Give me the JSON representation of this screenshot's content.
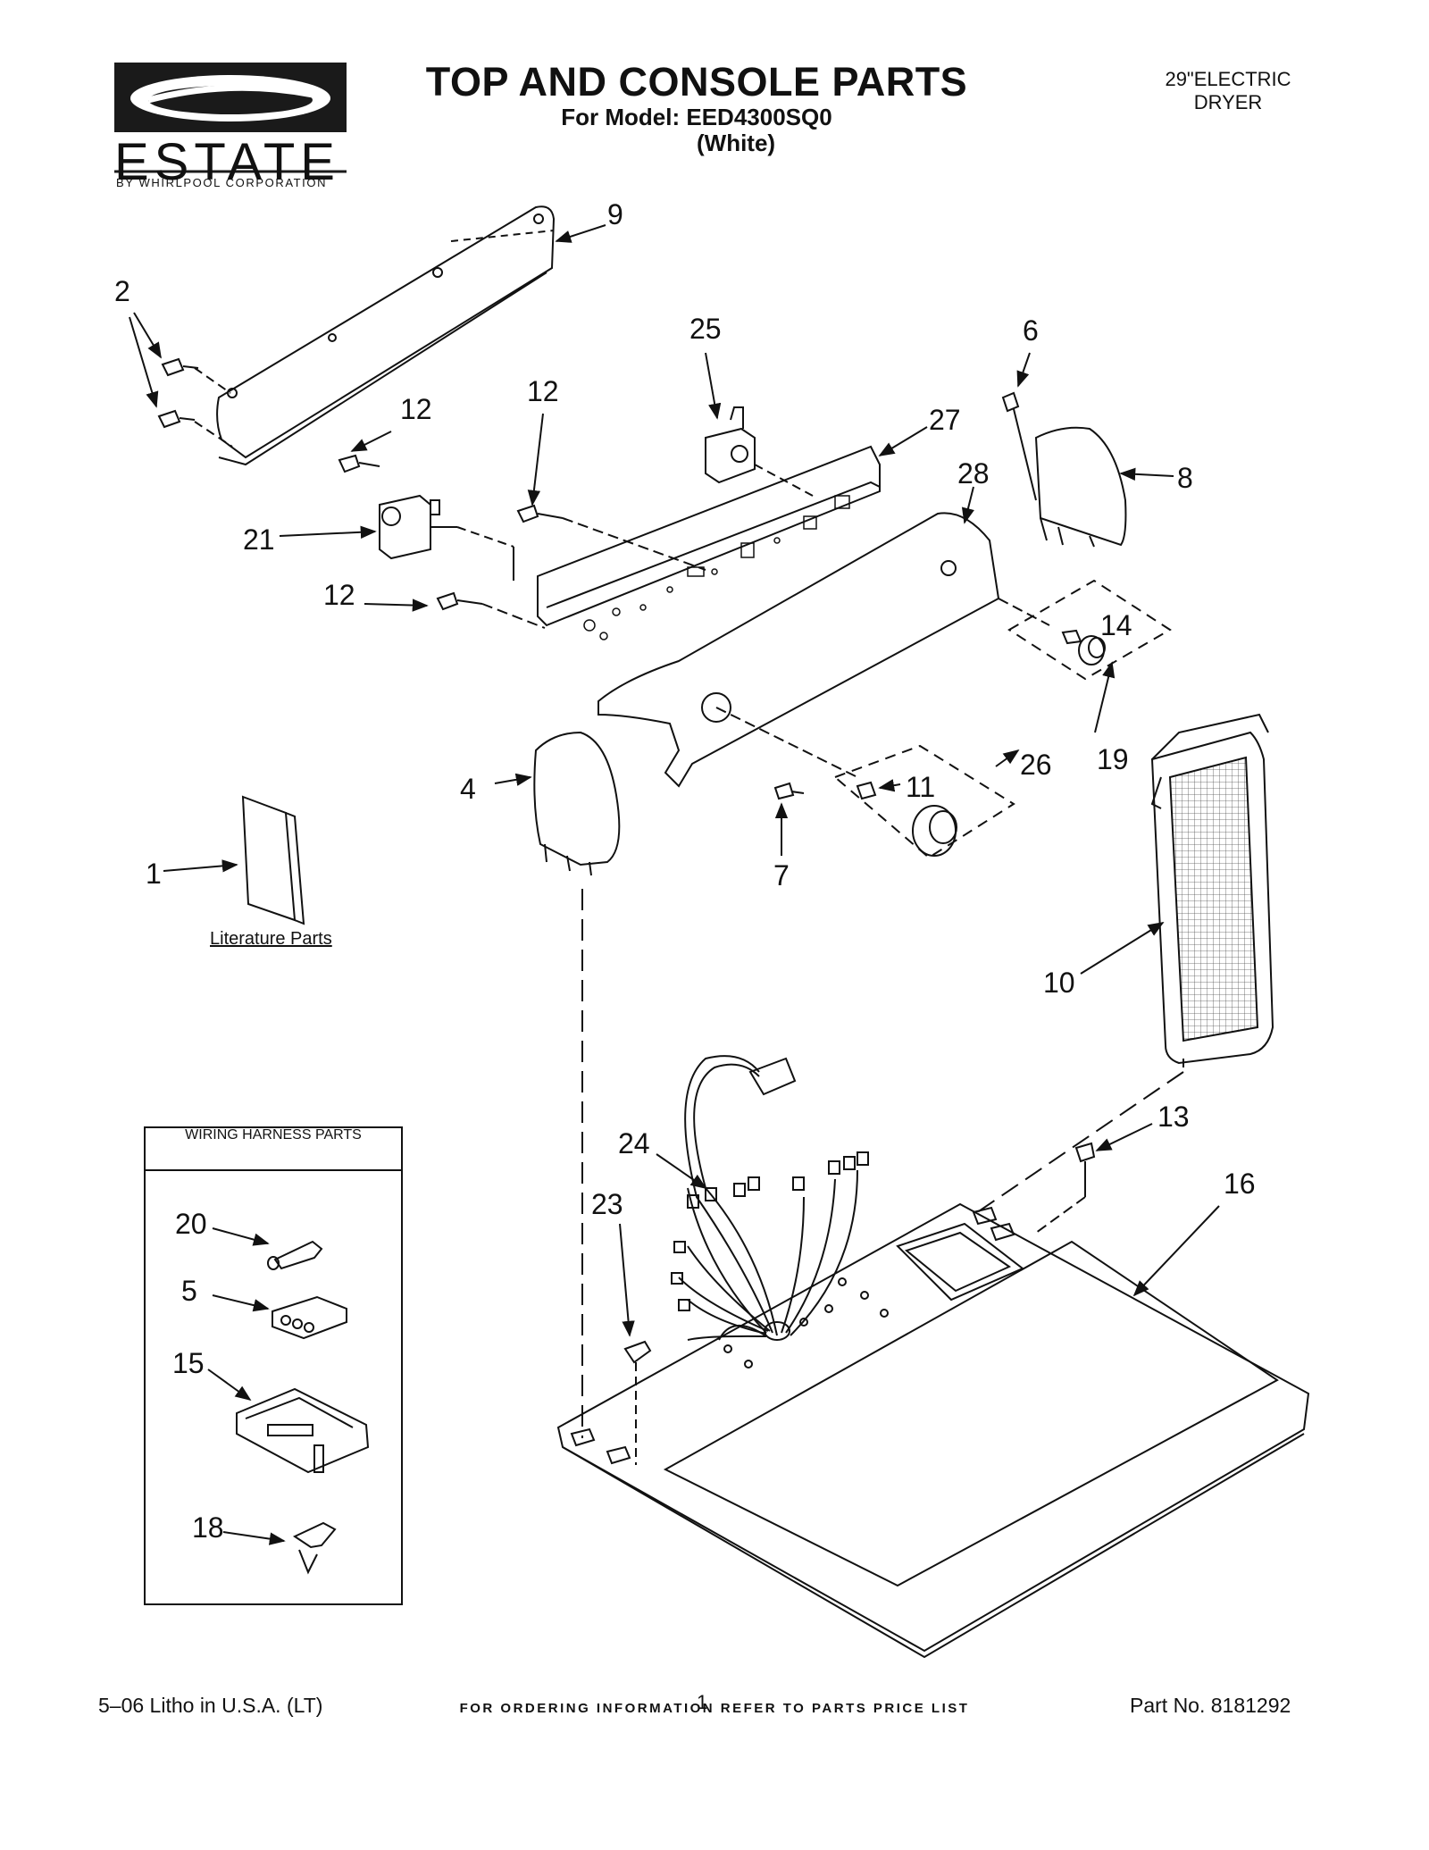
{
  "header": {
    "title": "TOP AND CONSOLE PARTS",
    "model_line": "For Model: EED4300SQ0",
    "color_line": "(White)",
    "product_line1": "29\"ELECTRIC",
    "product_line2": "DRYER"
  },
  "logo": {
    "brand": "ESTATE",
    "tagline": "BY WHIRLPOOL CORPORATION"
  },
  "sections": {
    "literature_label": "Literature Parts",
    "wiring_harness_title": "WIRING HARNESS PARTS"
  },
  "callouts": {
    "c1": "1",
    "c2": "2",
    "c4": "4",
    "c5": "5",
    "c6": "6",
    "c7": "7",
    "c8": "8",
    "c9": "9",
    "c10": "10",
    "c11": "11",
    "c12a": "12",
    "c12b": "12",
    "c12c": "12",
    "c13": "13",
    "c14": "14",
    "c15": "15",
    "c16": "16",
    "c18": "18",
    "c19": "19",
    "c20": "20",
    "c21": "21",
    "c23": "23",
    "c24": "24",
    "c25": "25",
    "c26": "26",
    "c27": "27",
    "c28": "28"
  },
  "footer": {
    "ordering_note": "FOR ORDERING INFORMATION REFER TO PARTS PRICE LIST",
    "litho": "5–06 Litho in U.S.A. (LT)",
    "page_number": "1",
    "part_number": "Part No. 8181292"
  }
}
